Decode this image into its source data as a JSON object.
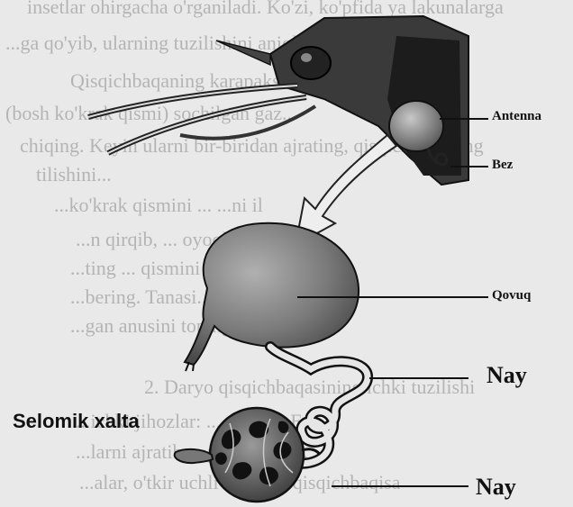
{
  "background_text": [
    "insetlar ohirgacha o'rganiladi. Ko'zi, ko'pfida ya lakunalarga",
    "...ga qo'yib, ularning tuzilishini aniqlang va ra",
    "Qisqichbaqaning karapaksi va oyoqlar",
    "(bosh ko'krak qismi) sochilgan gaz...",
    "chiqing. Keyin ularni bir-biridan ajrating, qisqichbaqaning",
    "tilishini...",
    "...ko'krak qismini ... ...ni il",
    "...n qirqib, ... oyoqlar va yutqin",
    "...ting ... qismini ... rasmida-ro'",
    "...bering. Tanasi... o'rganing ... t",
    "...gan anusini toping...",
    "2. Daryo qisqichbaqasining ichki tuzilishi",
    "...ichki jihozlar: ... davrida E",
    "...larni ajratib ... preparovol...",
    "...alar, o'tkir uchli ...entlar, qisqichbaqisa"
  ],
  "labels": {
    "antenna": "Antenna",
    "bez": "Bez",
    "qovuq": "Qovuq",
    "nay_top": "Nay",
    "nay_bottom": "Nay",
    "selomik_xalta": "Selomik xalta"
  },
  "colors": {
    "ink": "#111111",
    "background": "#e9e9e9",
    "organ_fill": "#7f7f7f"
  }
}
